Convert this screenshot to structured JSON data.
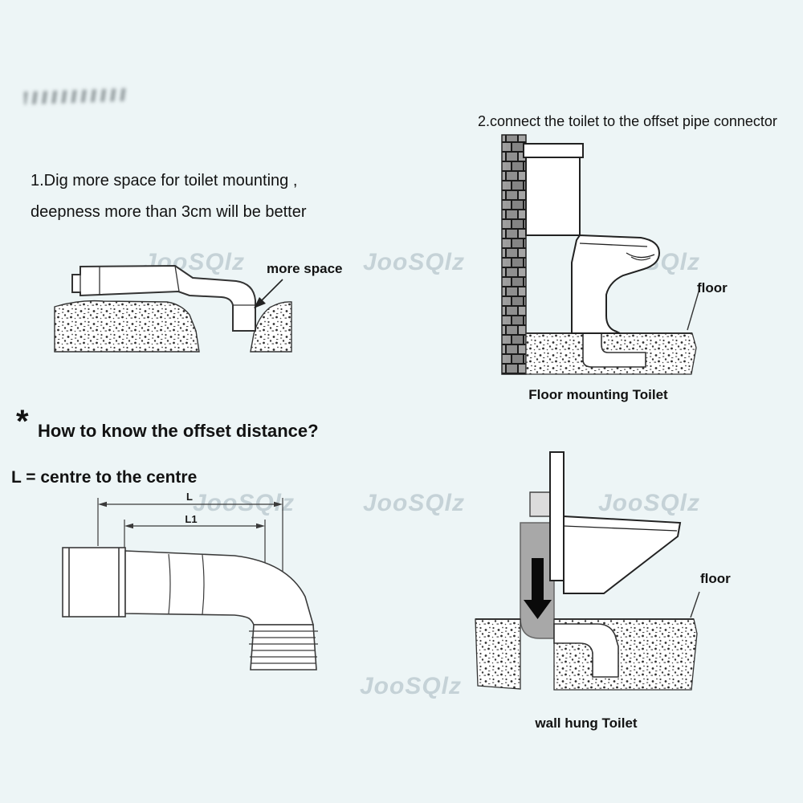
{
  "watermark": {
    "text": "JooSQlz"
  },
  "colors": {
    "highlight_pipe_gray": "#a8a8a8",
    "background": "#edf5f6"
  },
  "step1": {
    "line1": "1.Dig more space for toilet mounting ,",
    "line2": "deepness more than 3cm will be better",
    "more_space_label": "more space"
  },
  "step2": {
    "title": "2.connect the toilet to the offset pipe connector",
    "floor_label": "floor",
    "caption": "Floor mounting Toilet"
  },
  "offset_section": {
    "asterisk": "*",
    "question": "How to know the offset distance?",
    "formula": "L = centre to the centre",
    "dim_L": "L",
    "dim_L1": "L1"
  },
  "wall_hung": {
    "floor_label": "floor",
    "caption": "wall hung Toilet"
  }
}
